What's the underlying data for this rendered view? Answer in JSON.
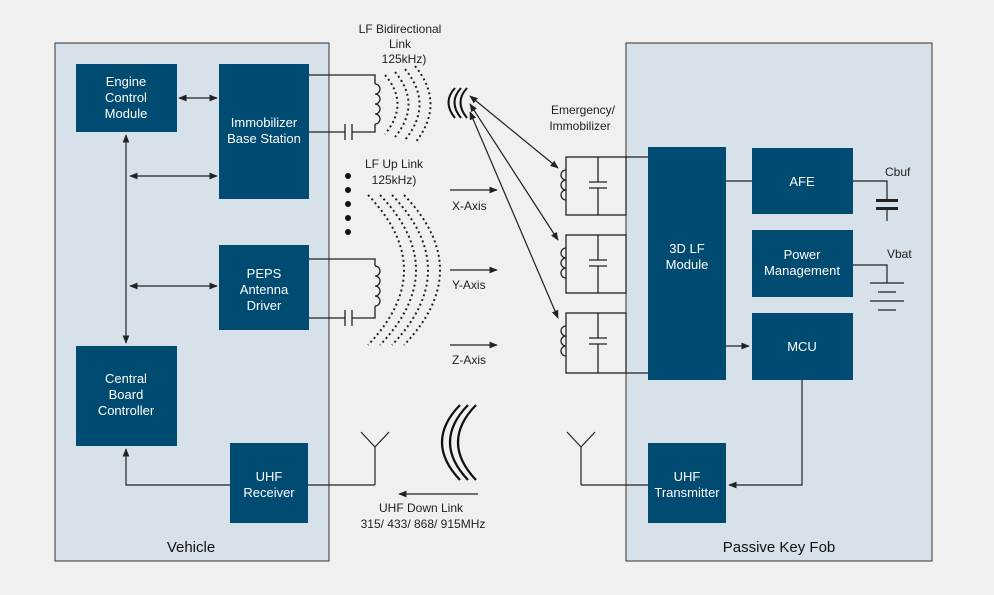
{
  "panels": {
    "vehicle": "Vehicle",
    "keyfob": "Passive Key Fob"
  },
  "blocks": {
    "ecm": [
      "Engine",
      "Control",
      "Module"
    ],
    "immobilizer": [
      "Immobilizer",
      "Base Station"
    ],
    "peps": [
      "PEPS",
      "Antenna",
      "Driver"
    ],
    "cbc": [
      "Central",
      "Board",
      "Controller"
    ],
    "uhf_rx": [
      "UHF",
      "Receiver"
    ],
    "lf3d": [
      "3D LF",
      "Module"
    ],
    "afe": [
      "AFE"
    ],
    "power": [
      "Power",
      "Management"
    ],
    "mcu": [
      "MCU"
    ],
    "uhf_tx": [
      "UHF",
      "Transmitter"
    ]
  },
  "labels": {
    "lf_bidir": [
      "LF Bidirectional",
      "Link",
      "125kHz)"
    ],
    "lf_up": [
      "LF Up Link",
      "125kHz)"
    ],
    "emergency": [
      "Emergency/",
      "Immobilizer"
    ],
    "x_axis": "X-Axis",
    "y_axis": "Y-Axis",
    "z_axis": "Z-Axis",
    "uhf_down": [
      "UHF Down Link",
      "315/ 433/ 868/ 915MHz"
    ],
    "cbuf": "Cbuf",
    "vbat": "Vbat"
  },
  "colors": {
    "block_fill": "#004b72",
    "panel_fill": "#d7e1e9",
    "line": "#222222"
  }
}
